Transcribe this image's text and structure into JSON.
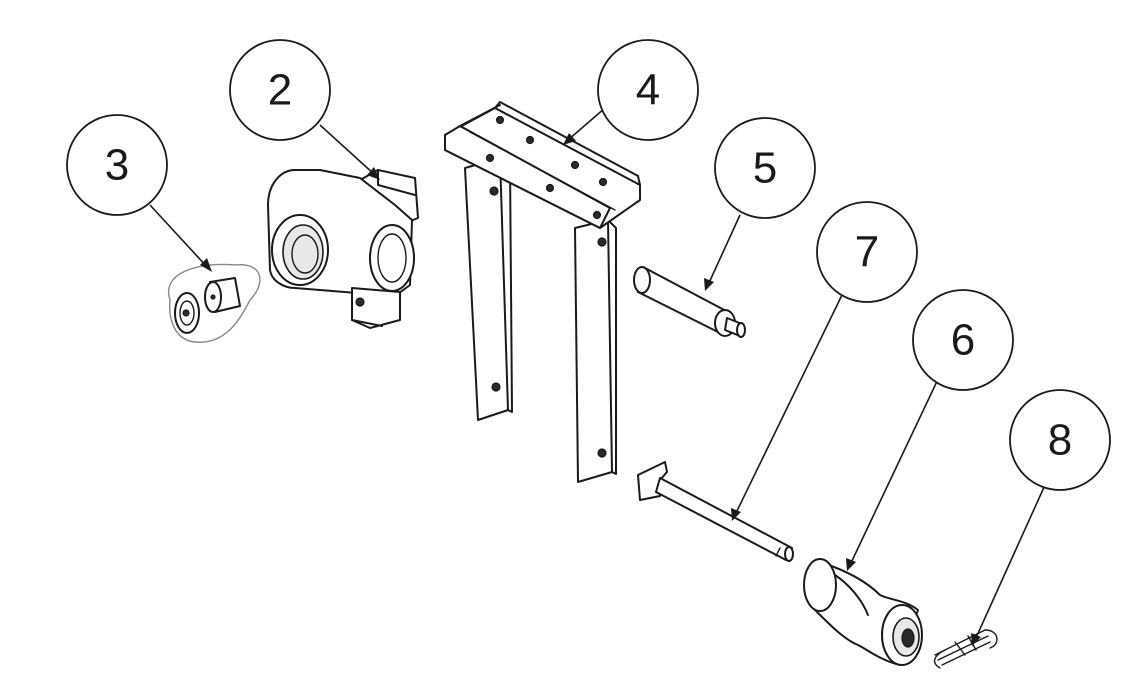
{
  "balloons": [
    {
      "id": "b2",
      "label": "2"
    },
    {
      "id": "b3",
      "label": "3"
    },
    {
      "id": "b4",
      "label": "4"
    },
    {
      "id": "b5",
      "label": "5"
    },
    {
      "id": "b6",
      "label": "6"
    },
    {
      "id": "b7",
      "label": "7"
    },
    {
      "id": "b8",
      "label": "8"
    }
  ]
}
